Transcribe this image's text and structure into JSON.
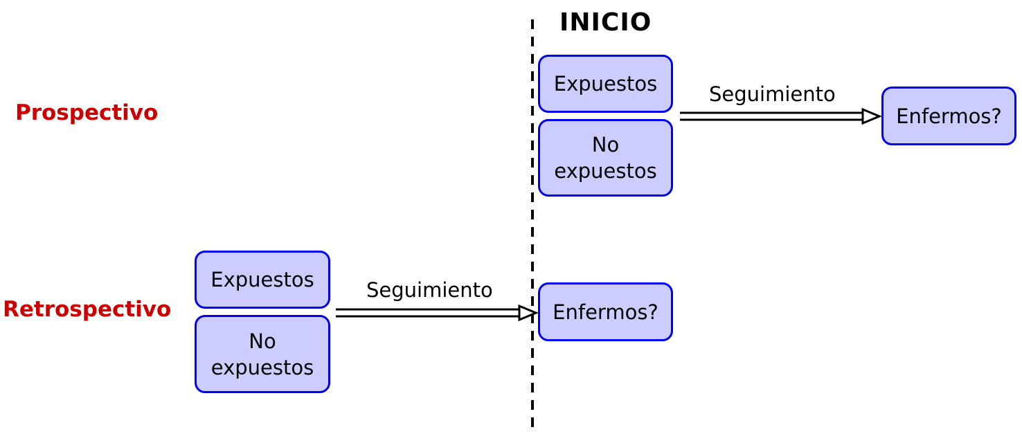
{
  "start_label": "INICIO",
  "rows": {
    "prospective": {
      "label": "Prospectivo",
      "exposed": "Expuestos",
      "unexposed_line1": "No",
      "unexposed_line2": "expuestos",
      "arrow_label": "Seguimiento",
      "outcome": "Enfermos?"
    },
    "retrospective": {
      "label": "Retrospectivo",
      "exposed": "Expuestos",
      "unexposed_line1": "No",
      "unexposed_line2": "expuestos",
      "arrow_label": "Seguimiento",
      "outcome": "Enfermos?"
    }
  },
  "colors": {
    "row_label": "#cc0000",
    "box_fill": "#ccccff",
    "box_border": "#0000ee"
  }
}
